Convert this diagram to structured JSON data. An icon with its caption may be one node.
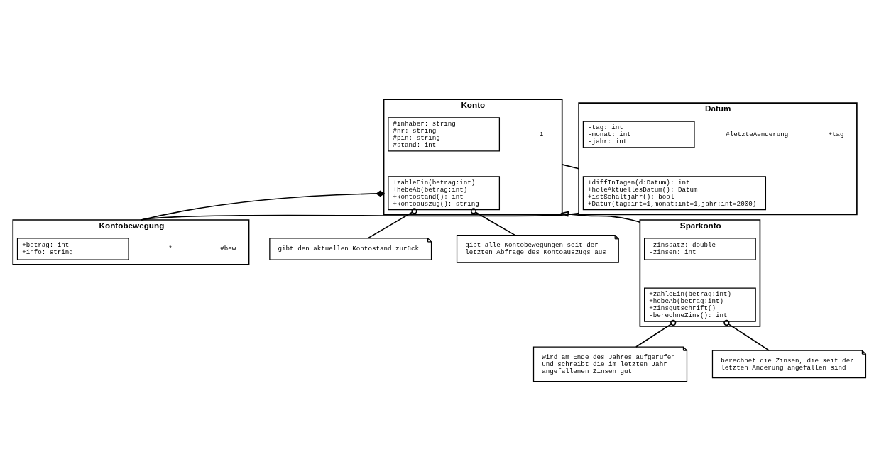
{
  "diagram": {
    "nodes": [
      {
        "text": [
          "Konto"
        ],
        "beside": [
          "1"
        ]
      },
      {
        "text": [
          "#inhaber: string",
          "#nr: string",
          "#pin: string",
          "#stand: int"
        ],
        "in": 0
      },
      {
        "text": [
          "+zahleEin(betrag:int)",
          "+hebeAb(betrag:int)",
          "+kontostand(): int",
          "+kontoauszug(): string"
        ],
        "in": 0
      },
      {
        "text": [
          "Kontobewegung"
        ],
        "beside": [
          "#bew",
          "*"
        ]
      },
      {
        "text": [
          "+betrag: int",
          "+info: string"
        ],
        "in": 3
      },
      {
        "text": [
          "Datum"
        ],
        "beside": [
          "+tag",
          "#letzteAenderung"
        ]
      },
      {
        "text": [
          "-tag: int",
          "-monat: int",
          "-jahr: int"
        ],
        "in": 5
      },
      {
        "text": [
          "+diffInTagen(d:Datum): int",
          "+holeAktuellesDatum(): Datum",
          "+istSchaltjahr(): bool",
          "+Datum(tag:int=1,monat:int=1,jahr:int=2000)"
        ],
        "in": 5
      },
      {
        "text": [
          "gibt den aktuellen Kontostand zurück"
        ]
      },
      {
        "text": [
          "gibt alle Kontobewegungen seit der letzten Abfrage des Kontoauszugs aus"
        ]
      },
      {
        "text": [
          "Sparkonto"
        ]
      },
      {
        "text": [
          "-zinssatz: double",
          "-zinsen: int"
        ],
        "in": 10
      },
      {
        "text": [
          "+zahleEin(betrag:int)",
          "+hebeAb(betrag:int)",
          "+zinsgutschrift()",
          "-berechneZins(): int"
        ],
        "in": 10
      },
      {
        "text": [
          "wird am Ende des Jahres aufgerufen und schreibt die im letzten Jahr angefallenen Zinsen gut"
        ]
      },
      {
        "text": [
          "berechnet die Zinsen, die seit der letzten Änderung angefallen sind"
        ]
      }
    ],
    "edges": [
      {
        "from": 3,
        "to": 0,
        "arrow": "other"
      },
      {
        "from": 3,
        "to": 5,
        "arrow": "none"
      },
      {
        "from": 0,
        "to": 5,
        "arrow": "none"
      },
      {
        "from": 10,
        "to": 0,
        "arrow": "to"
      },
      {
        "from": 8,
        "to": 2,
        "arrow": "other"
      },
      {
        "from": 9,
        "to": 2,
        "arrow": "other"
      },
      {
        "from": 13,
        "to": 12,
        "arrow": "other"
      },
      {
        "from": 14,
        "to": 12,
        "arrow": "other"
      }
    ]
  }
}
